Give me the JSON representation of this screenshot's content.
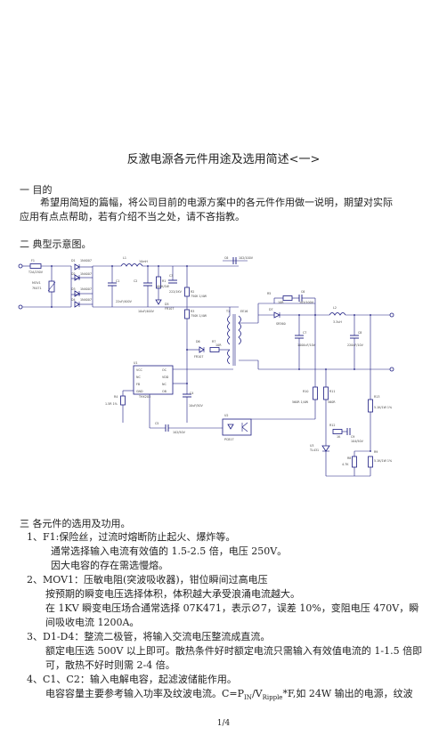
{
  "title": "反激电源各元件用途及选用简述<一>",
  "sections": {
    "purpose_heading": "一  目的",
    "purpose_line1": "希望用简短的篇幅，将公司目前的电源方案中的各元件作用做一说明，期望对实际",
    "purpose_line2": "应用有点点帮助，若有介绍不当之处，请不吝指教。",
    "schematic_heading": "二  典型示意图。",
    "components_heading": "三  各元件的选用及功用。"
  },
  "schematic": {
    "labels": {
      "f1": "F1",
      "f1_val": "T2A/250V",
      "mov": "MOV1",
      "mov_val": "7K471",
      "d1": "D1",
      "d1_val": "1N4007",
      "d2": "D2",
      "d2_val": "1N4007",
      "d3": "D3",
      "d3_val": "1N4007",
      "d4": "D4",
      "d4_val": "1N4007",
      "l1": "L1",
      "l1_val": "10mH",
      "c1": "C1",
      "c1_val": "22uF/400V",
      "c2": "C2",
      "c2_val": "10uF/400V",
      "r1": "R1",
      "r1_val": "100K/1W",
      "c3": "C3",
      "c3_val": "222/1KV",
      "d5": "D5",
      "d5_val": "FR107",
      "r2": "R2",
      "r2_val": "750K 1/4W",
      "r3": "R3",
      "r3_val": "750K 1/4W",
      "d6": "D6",
      "d6_val": "FR107",
      "r7": "R7",
      "r7_val": "10R",
      "t1": "T1",
      "t1_val": "EE16",
      "u1": "U1",
      "u1_part": "THX203",
      "u1_p1": "VCC",
      "u1_p2": "NC",
      "u1_p3": "FB",
      "u1_p4": "GND",
      "u1_p5": "OB",
      "u1_p6": "NC",
      "u1_p7": "VDD",
      "u1_p8": "OC",
      "r4": "R4",
      "r4_val": "1.5R 1%",
      "c4": "C4",
      "c4_val": "10uF/50V",
      "c5": "C5",
      "c5_val": "102/50V",
      "u2": "U2",
      "u2_val": "PC817",
      "c6": "C6",
      "c6_val": "102/100V",
      "r5": "R5",
      "r5_val": "10R",
      "d7": "D7",
      "d7_val": "SR360",
      "c7": "C7",
      "c7_val": "1000uF/10V",
      "l2": "L2",
      "l2_val": "3.3uH",
      "c8": "C8",
      "c8_val": "220uF/10V",
      "r10": "R10",
      "r10_val": "560R 1/4W",
      "r11": "R11",
      "r11_val": "560R",
      "r12": "R12",
      "r12_val": "1K",
      "c9": "C9",
      "c9_val": "104/50V",
      "r13": "R13",
      "r13_val": "5.1K/1W 1%",
      "r8": "R8",
      "r8_val": "4.7K",
      "r9": "R9",
      "r9_val": "5.1K/1W 1%",
      "u3": "U3",
      "u3_val": "TL431"
    }
  },
  "items": [
    {
      "heading": "1、F1:保险丝，过流时熔断防止起火、爆炸等。",
      "lines": [
        "通常选择输入电流有效值的 1.5-2.5 倍，电压 250V。",
        "因大电容的存在需选慢熔。"
      ]
    },
    {
      "heading": "2、MOV1：压敏电阻(突波吸收器)，钳位瞬间过高电压",
      "lines": [
        "按预期的瞬变电压选择体积，体积越大承受浪涌电流越大。",
        "在 1KV 瞬变电压场合通常选择 07K471，表示∅7，误差 10%，变阻电压 470V，瞬",
        "间吸收电流 1200A。"
      ]
    },
    {
      "heading": "3、D1-D4：整流二极管，将输入交流电压整流成直流。",
      "lines": [
        "额定电压选 500V 以上即可。散热条件好时额定电流只需输入有效值电流的 1-1.5 倍即",
        "可，散热不好时则需 2-4 倍。"
      ]
    },
    {
      "heading": "4、C1、C2：输入电解电容，起滤波储能作用。",
      "lines": [
        "电容容量主要参考输入功率及纹波电流。C=P",
        "/V",
        "*F,如 24W 输出的电源，纹波"
      ],
      "sub_in": "IN",
      "sub_ripple": "Ripple"
    }
  ],
  "page_number": "1/4"
}
